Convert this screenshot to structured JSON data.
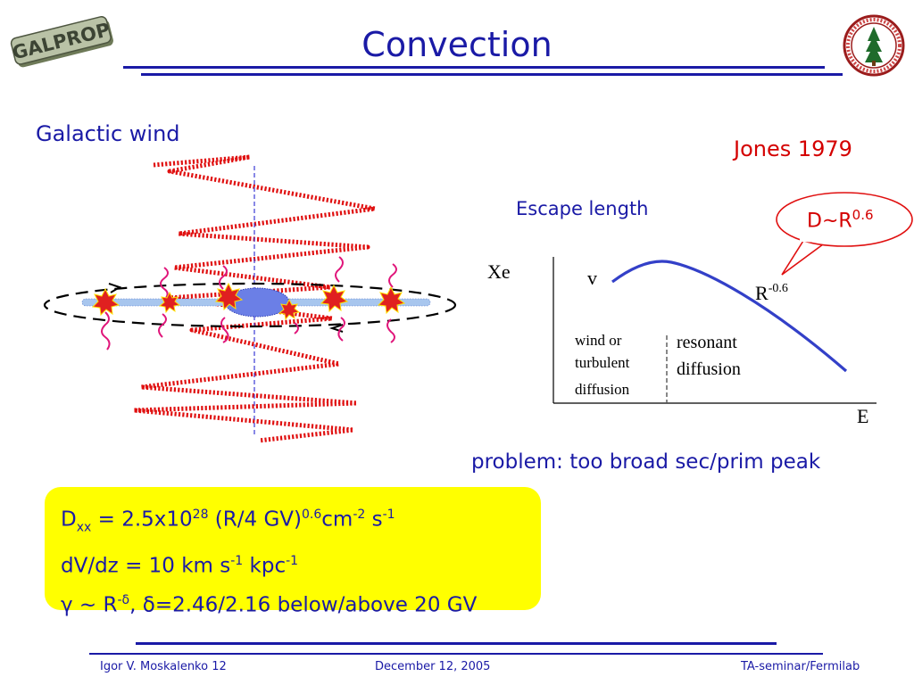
{
  "logo_left": {
    "text": "GALPROP"
  },
  "title": "Convection",
  "galactic_wind_label": "Galactic wind",
  "reference": "Jones 1979",
  "callout": {
    "base": "D~R",
    "exp": "0.6"
  },
  "escape_plot": {
    "title": "Escape length",
    "y_label": "Xe",
    "x_label": "E",
    "curve_left_label": "v",
    "curve_right_label": {
      "base": "R",
      "exp": "-0.6"
    },
    "region_left": [
      "wind or",
      "turbulent",
      "diffusion"
    ],
    "region_right": [
      "resonant",
      "diffusion"
    ]
  },
  "problem_text": "problem: too broad sec/prim peak",
  "equations": {
    "line1": {
      "D": "D",
      "xx": "xx",
      "eq": " = 2.5x10",
      "e28": "28",
      "r": " (R/4 GV)",
      "e06": "0.6",
      "cm": "cm",
      "em2": "-2",
      "s": " s",
      "em1": "-1"
    },
    "line2": {
      "a": "dV/dz = 10 km  s",
      "em1a": "-1",
      "b": " kpc",
      "em1b": "-1"
    },
    "line3": {
      "a": "γ ~ R",
      "ed": "-δ",
      "b": ", δ=2.46/2.16 below/above 20 GV"
    }
  },
  "footer": {
    "left": "Igor V. Moskalenko  12",
    "center": "December 12, 2005",
    "right": "TA-seminar/Fermilab"
  },
  "colors": {
    "title_blue": "#1a1aa6",
    "red": "#d40000",
    "yellow": "#ffff00",
    "curve": "#3340c8"
  }
}
